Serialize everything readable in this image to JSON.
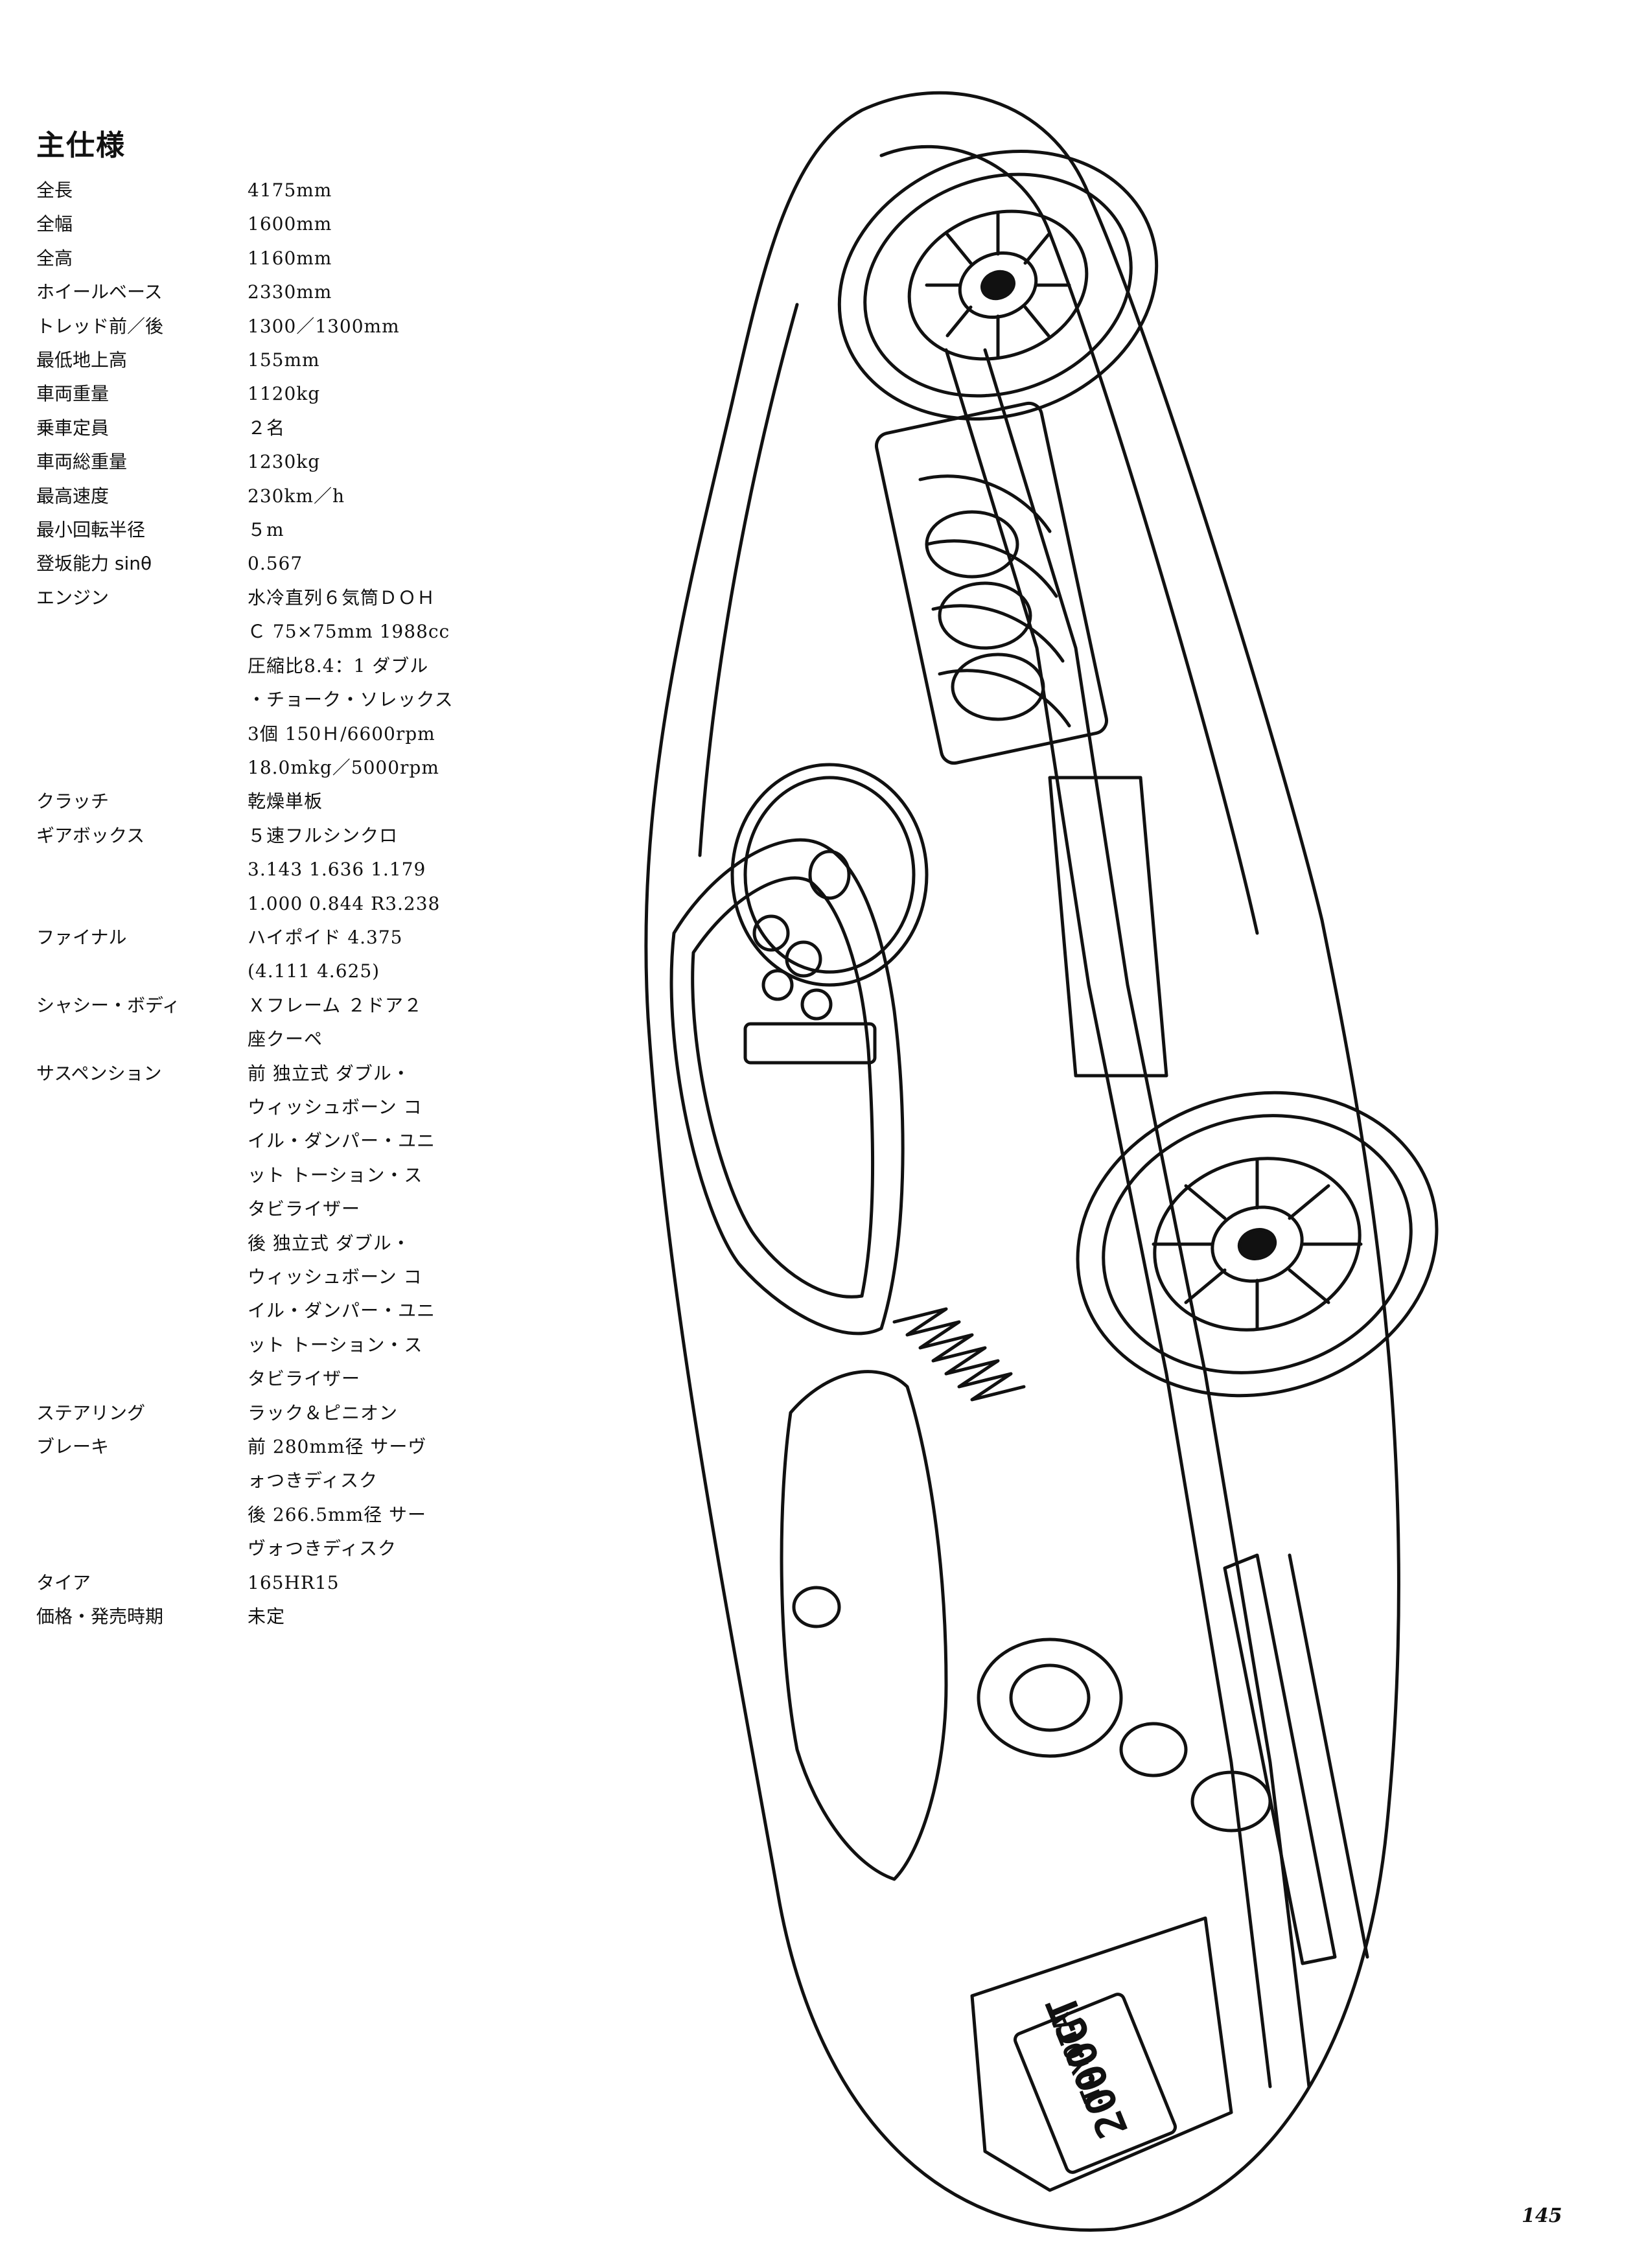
{
  "specs": {
    "title": "主仕様",
    "rows": [
      {
        "label": "全長",
        "values": [
          "4175mm"
        ]
      },
      {
        "label": "全幅",
        "values": [
          "1600mm"
        ]
      },
      {
        "label": "全高",
        "values": [
          "1160mm"
        ]
      },
      {
        "label": "ホイールベース",
        "values": [
          "2330mm"
        ]
      },
      {
        "label": "トレッド前／後",
        "values": [
          "1300／1300mm"
        ]
      },
      {
        "label": "最低地上高",
        "values": [
          "155mm"
        ]
      },
      {
        "label": "車両重量",
        "values": [
          "1120kg"
        ]
      },
      {
        "label": "乗車定員",
        "values": [
          "２名"
        ]
      },
      {
        "label": "車両総重量",
        "values": [
          "1230kg"
        ]
      },
      {
        "label": "最高速度",
        "values": [
          "230km／h"
        ]
      },
      {
        "label": "最小回転半径",
        "values": [
          "５m"
        ]
      },
      {
        "label": "登坂能力 sinθ",
        "values": [
          "0.567"
        ]
      },
      {
        "label": "エンジン",
        "values": [
          "水冷直列６気筒ＤＯＨ",
          "Ｃ 75×75mm 1988cc",
          "圧縮比8.4：1 ダブル",
          "・チョーク・ソレックス",
          "3個 150Ｈ/6600rpm",
          "18.0mkg／5000rpm"
        ]
      },
      {
        "label": "クラッチ",
        "values": [
          "乾燥単板"
        ]
      },
      {
        "label": "ギアボックス",
        "values": [
          "５速フルシンクロ",
          "3.143 1.636 1.179",
          "1.000 0.844 R3.238"
        ]
      },
      {
        "label": "ファイナル",
        "values": [
          "ハイポイド 4.375",
          "(4.111 4.625)"
        ]
      },
      {
        "label": "シャシー・ボディ",
        "values": [
          "Ｘフレーム ２ドア２",
          "座クーペ"
        ]
      },
      {
        "label": "サスペンション",
        "values": [
          "前 独立式 ダブル・",
          "ウィッシュボーン コ",
          "イル・ダンパー・ユニ",
          "ット トーション・ス",
          "タビライザー",
          "後 独立式 ダブル・",
          "ウィッシュボーン コ",
          "イル・ダンパー・ユニ",
          "ット トーション・ス",
          "タビライザー"
        ]
      },
      {
        "label": "ステアリング",
        "values": [
          "ラック＆ピニオン"
        ]
      },
      {
        "label": "ブレーキ",
        "values": [
          "前 280mm径 サーヴ",
          "ォつきディスク",
          "後 266.5mm径 サー",
          "ヴォつきディスク"
        ]
      },
      {
        "label": "タイア",
        "values": [
          "165HR15"
        ]
      },
      {
        "label": "価格・発売時期",
        "values": [
          "未定"
        ]
      }
    ]
  },
  "illustration": {
    "plate_line1": "TOYOTA",
    "plate_line2": "2000GT",
    "ink_color": "#111111"
  },
  "page_number": "145"
}
